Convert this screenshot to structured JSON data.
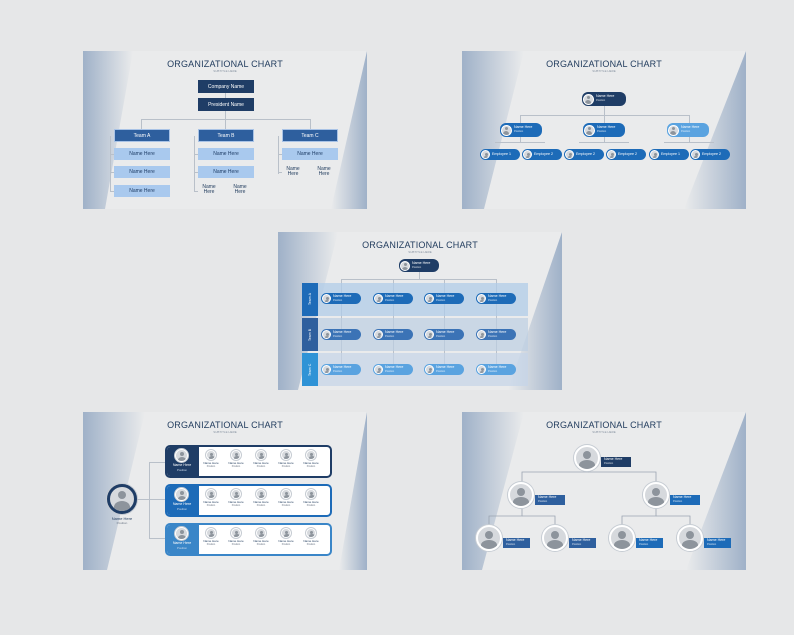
{
  "colors": {
    "navy": "#1f3d66",
    "blue": "#2e5f9e",
    "bright_blue": "#1d6bb8",
    "light_blue": "#a9c9ee",
    "background": "#eaebec"
  },
  "slide1": {
    "title": "ORGANIZATIONAL CHART",
    "subtitle": "SUBTITLE HERE",
    "company": "Company Name",
    "president": "President Name",
    "teams": [
      "Team A",
      "Team B",
      "Team C"
    ],
    "member": "Name Here",
    "member_split": "Name Here"
  },
  "slide2": {
    "title": "ORGANIZATIONAL CHART",
    "subtitle": "SUBTITLE HERE",
    "top": {
      "name": "Name Here",
      "position": "Position"
    },
    "managers": [
      {
        "name": "Name Here",
        "position": "Position"
      },
      {
        "name": "Name Here",
        "position": "Position"
      },
      {
        "name": "Name Here",
        "position": "Position"
      }
    ],
    "employees": [
      "Employee 1",
      "Employee 2"
    ]
  },
  "slide3": {
    "title": "ORGANIZATIONAL CHART",
    "subtitle": "SUBTITLE HERE",
    "top": {
      "name": "Name Here",
      "position": "Position"
    },
    "teams": [
      "Team A",
      "Team B",
      "Team C"
    ],
    "member": {
      "name": "Name Here",
      "position": "Position"
    }
  },
  "slide4": {
    "title": "ORGANIZATIONAL CHART",
    "subtitle": "SUBTITLE HERE",
    "root": {
      "name": "Name Here",
      "position": "Position"
    },
    "leader": {
      "name": "Name Here",
      "position": "Position"
    },
    "member": {
      "name": "Name Here",
      "position": "Position"
    }
  },
  "slide5": {
    "title": "ORGANIZATIONAL CHART",
    "subtitle": "SUBTITLE HERE",
    "node": {
      "name": "Name Here",
      "position": "Position"
    }
  }
}
